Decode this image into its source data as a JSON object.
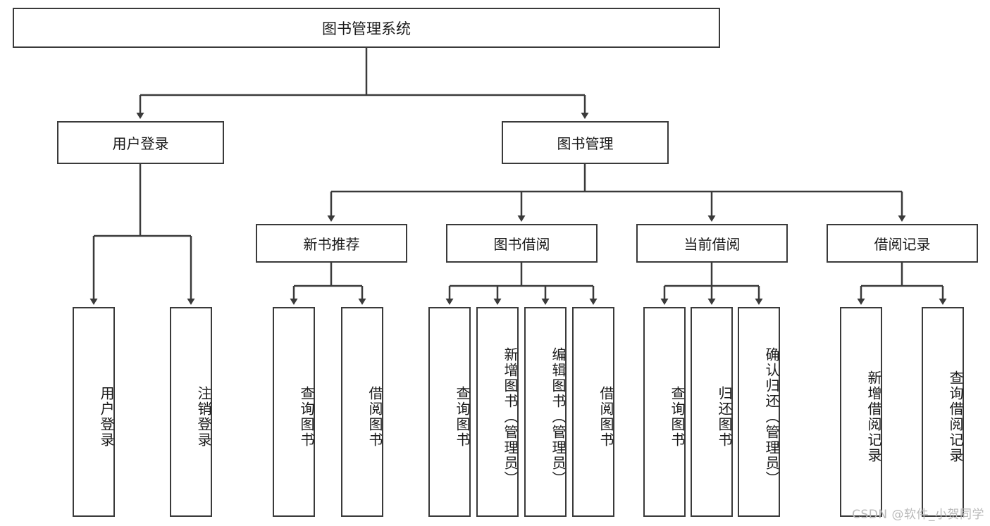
{
  "diagram": {
    "title": "图书管理系统",
    "type": "hierarchy-tree",
    "root": {
      "label": "图书管理系统"
    },
    "level1": [
      {
        "label": "用户登录"
      },
      {
        "label": "图书管理"
      }
    ],
    "level2": [
      {
        "label": "新书推荐"
      },
      {
        "label": "图书借阅"
      },
      {
        "label": "当前借阅"
      },
      {
        "label": "借阅记录"
      }
    ],
    "leaves": {
      "user_login": [
        {
          "label": "用户登录"
        },
        {
          "label": "注销登录"
        }
      ],
      "new_book": [
        {
          "label": "查询图书"
        },
        {
          "label": "借阅图书"
        }
      ],
      "book_borrow": [
        {
          "label": "查询图书"
        },
        {
          "label": "新增图书（管理员）"
        },
        {
          "label": "编辑图书（管理员）"
        },
        {
          "label": "借阅图书"
        }
      ],
      "current_borrow": [
        {
          "label": "查询图书"
        },
        {
          "label": "归还图书"
        },
        {
          "label": "确认归还（管理员）"
        }
      ],
      "borrow_record": [
        {
          "label": "新增借阅记录"
        },
        {
          "label": "查询借阅记录"
        }
      ]
    }
  },
  "watermark": {
    "text": "CSDN @软件_小贺同学"
  },
  "colors": {
    "stroke": "#3a3a3a",
    "background": "#ffffff",
    "text": "#1a1a1a",
    "watermark": "#b9b9b9"
  }
}
